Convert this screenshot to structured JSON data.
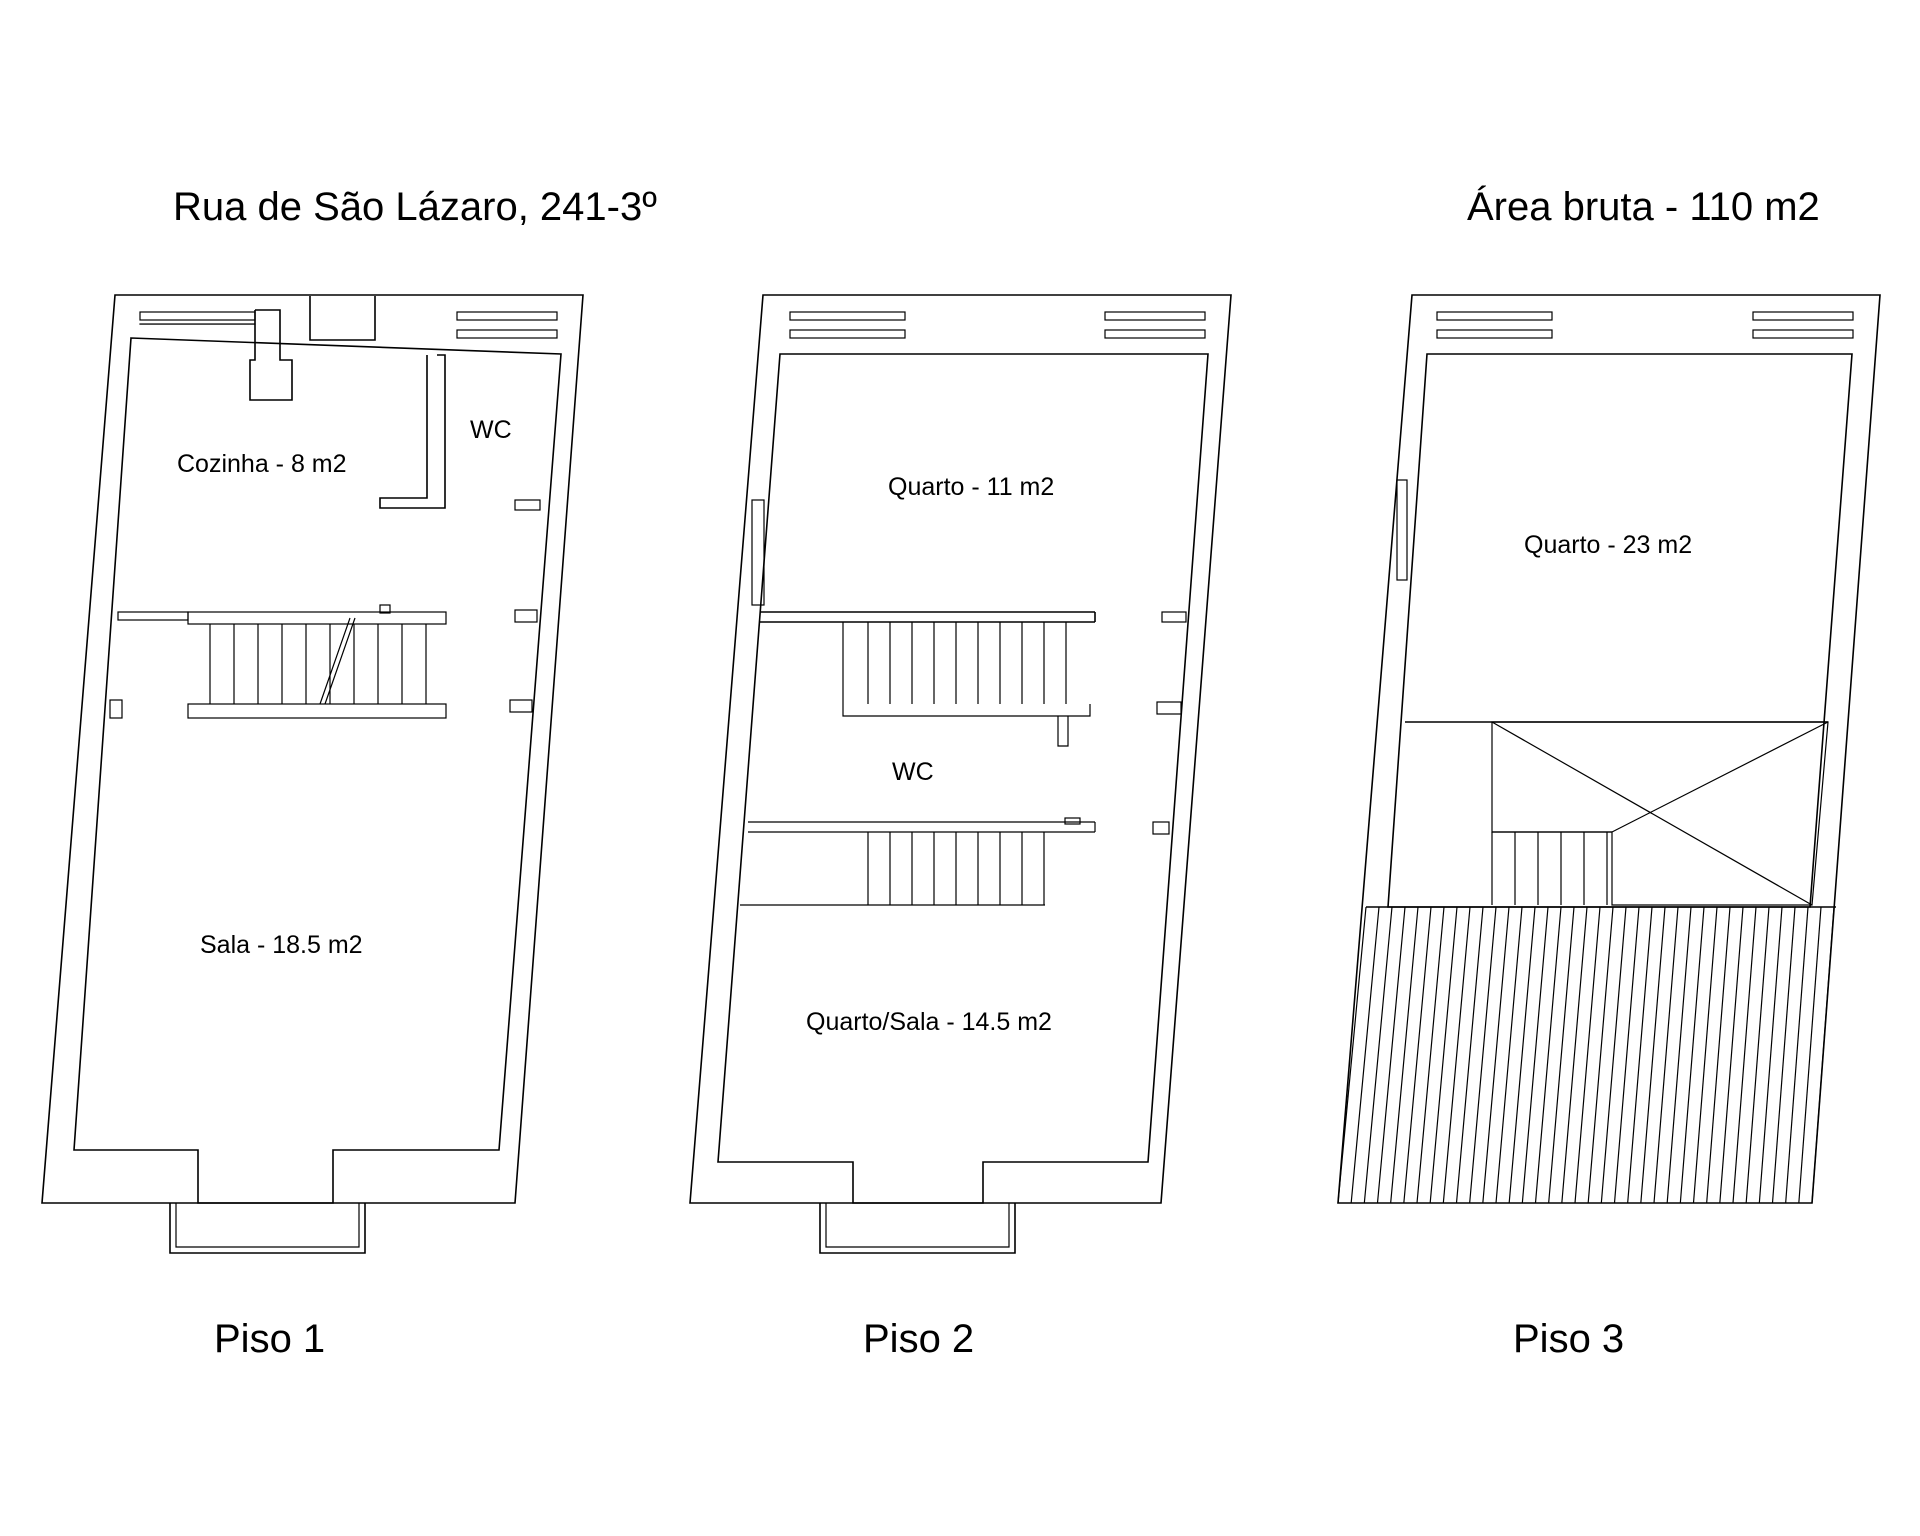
{
  "header": {
    "address": "Rua de São Lázaro, 241-3º",
    "gross_area": "Área bruta - 110 m2"
  },
  "floors": [
    {
      "label": "Piso 1",
      "rooms": [
        {
          "label": "Cozinha - 8 m2"
        },
        {
          "label": "WC"
        },
        {
          "label": "Sala - 18.5 m2"
        }
      ]
    },
    {
      "label": "Piso 2",
      "rooms": [
        {
          "label": "Quarto - 11 m2"
        },
        {
          "label": "WC"
        },
        {
          "label": "Quarto/Sala - 14.5 m2"
        }
      ]
    },
    {
      "label": "Piso 3",
      "rooms": [
        {
          "label": "Quarto - 23 m2"
        }
      ]
    }
  ]
}
